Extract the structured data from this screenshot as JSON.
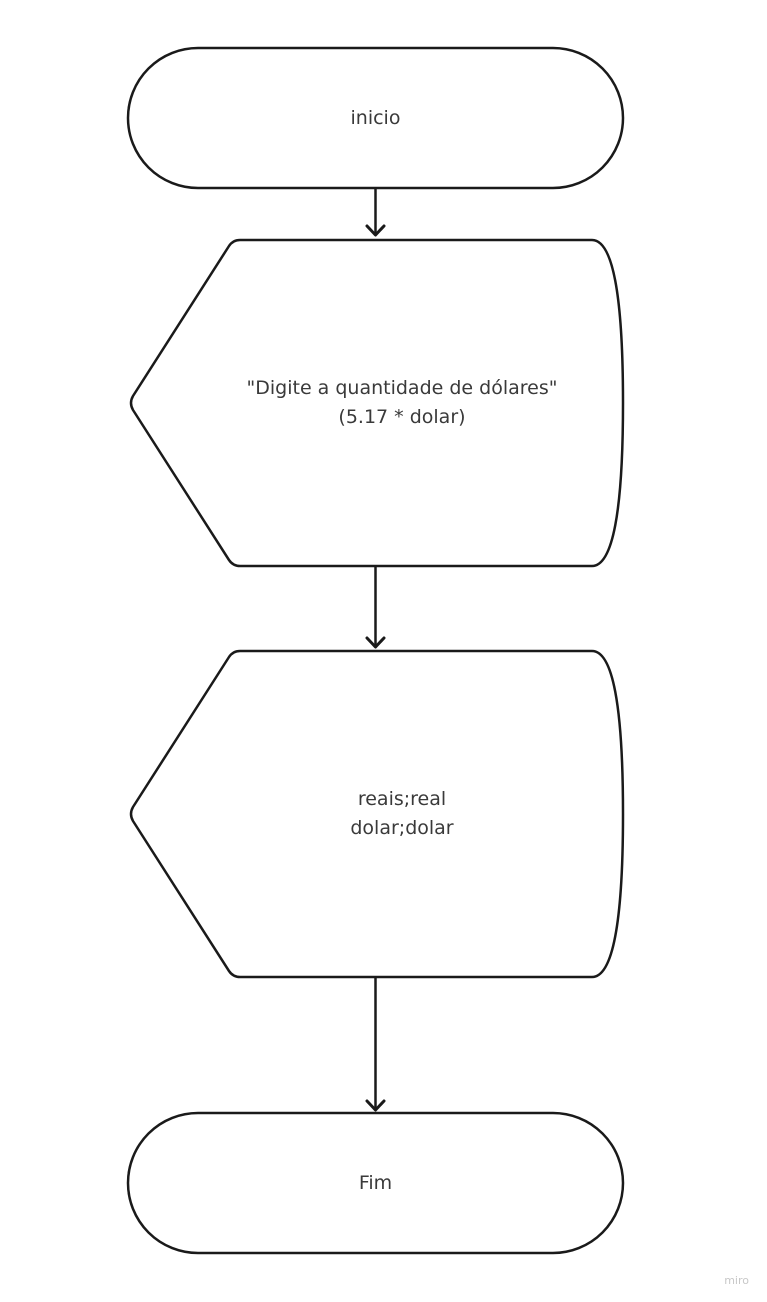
{
  "nodes": {
    "start": {
      "text": "inicio"
    },
    "input": {
      "line1": "\"Digite a quantidade de dólares\"",
      "line2": "(5.17 * dolar)"
    },
    "vars": {
      "line1": "reais;real",
      "line2": "dolar;dolar"
    },
    "end": {
      "text": "Fim"
    }
  },
  "watermark": "miro"
}
